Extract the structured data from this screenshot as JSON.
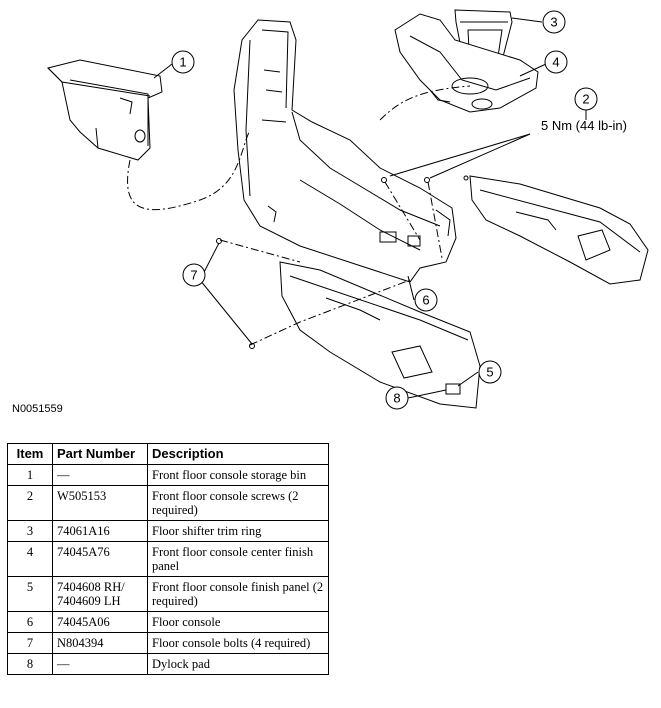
{
  "figure_id": "N0051559",
  "torque_spec": "5 Nm (44 lb-in)",
  "callouts": [
    "1",
    "2",
    "3",
    "4",
    "5",
    "6",
    "7",
    "8"
  ],
  "table": {
    "headers": [
      "Item",
      "Part Number",
      "Description"
    ],
    "rows": [
      {
        "item": "1",
        "part": "—",
        "desc": "Front floor console storage bin"
      },
      {
        "item": "2",
        "part": "W505153",
        "desc": "Front floor console screws (2 required)"
      },
      {
        "item": "3",
        "part": "74061A16",
        "desc": "Floor shifter trim ring"
      },
      {
        "item": "4",
        "part": "74045A76",
        "desc": "Front floor console center finish panel"
      },
      {
        "item": "5",
        "part": "7404608 RH/ 7404609 LH",
        "desc": "Front floor console finish panel (2 required)"
      },
      {
        "item": "6",
        "part": "74045A06",
        "desc": "Floor console"
      },
      {
        "item": "7",
        "part": "N804394",
        "desc": "Floor console bolts (4 required)"
      },
      {
        "item": "8",
        "part": "—",
        "desc": "Dylock pad"
      }
    ]
  }
}
